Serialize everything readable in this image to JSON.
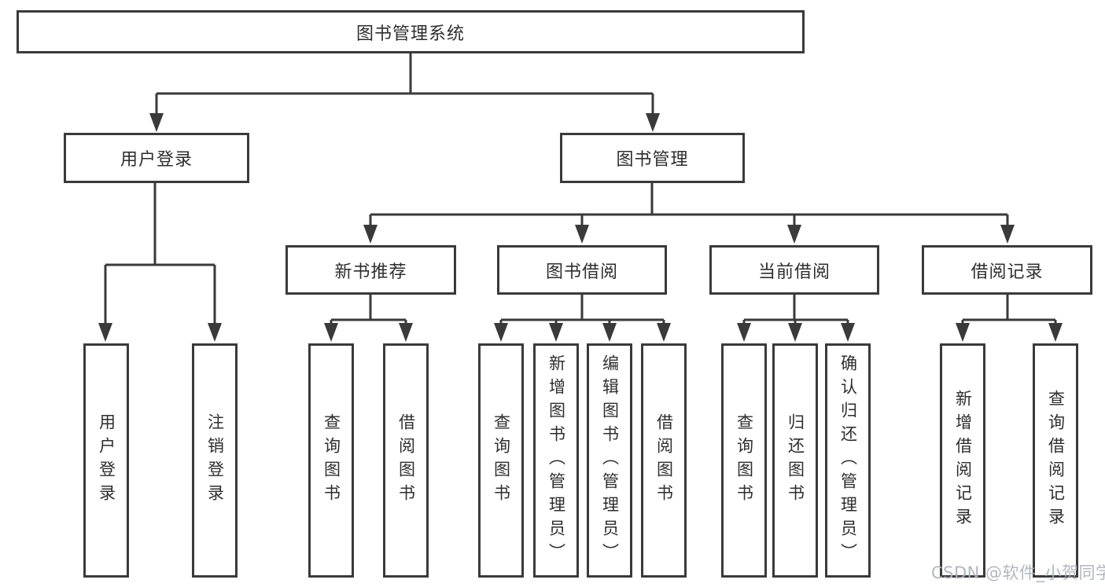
{
  "colors": {
    "line": "#3a3a3a",
    "box_border": "#3a3a3a",
    "text": "#2e2e2e",
    "background": "#ffffff",
    "watermark": "#adb3bc"
  },
  "tree": {
    "label": "图书管理系统",
    "children": [
      {
        "label": "用户登录",
        "children": [
          {
            "label": "用户登录"
          },
          {
            "label": "注销登录"
          }
        ]
      },
      {
        "label": "图书管理",
        "children": [
          {
            "label": "新书推荐",
            "children": [
              {
                "label": "查询图书"
              },
              {
                "label": "借阅图书"
              }
            ]
          },
          {
            "label": "图书借阅",
            "children": [
              {
                "label": "查询图书"
              },
              {
                "label": "新增图书（管理员）"
              },
              {
                "label": "编辑图书（管理员）"
              },
              {
                "label": "借阅图书"
              }
            ]
          },
          {
            "label": "当前借阅",
            "children": [
              {
                "label": "查询图书"
              },
              {
                "label": "归还图书"
              },
              {
                "label": "确认归还（管理员）"
              }
            ]
          },
          {
            "label": "借阅记录",
            "children": [
              {
                "label": "新增借阅记录"
              },
              {
                "label": "查询借阅记录"
              }
            ]
          }
        ]
      }
    ]
  },
  "watermark": "CSDN @软件_小贺同学"
}
